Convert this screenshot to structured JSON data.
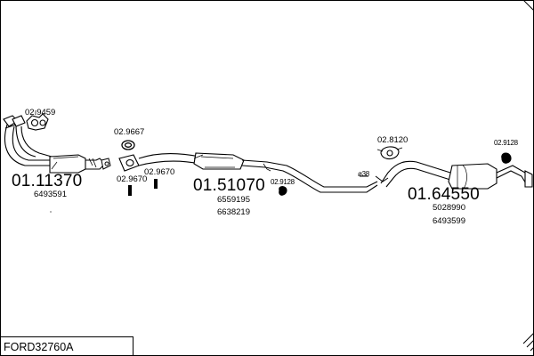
{
  "parts": [
    {
      "name": "front-pipe",
      "part_no": "01.11370",
      "oem": [
        "6493591"
      ],
      "gasket": "02.9459"
    },
    {
      "name": "middle-pipe",
      "part_no": "01.51070",
      "oem": [
        "6559195",
        "6638219"
      ],
      "hardware": [
        "02.9667",
        "02.9670",
        "02.9670",
        "02.9128"
      ]
    },
    {
      "name": "rear-silencer",
      "part_no": "01.64550",
      "oem": [
        "5028990",
        "6493599"
      ],
      "hardware": [
        "02.8120",
        "02.9128"
      ]
    }
  ],
  "labels": {
    "p1_part": "01.11370",
    "p1_oem1": "6493591",
    "p1_gasket": "02.9459",
    "p2_part": "01.51070",
    "p2_oem1": "6559195",
    "p2_oem2": "6638219",
    "hw_9667": "02.9667",
    "hw_9670a": "02.9670",
    "hw_9670b": "02.9670",
    "hw_9128a": "02.9128",
    "p3_part": "01.64550",
    "p3_oem1": "5028990",
    "p3_oem2": "6493599",
    "hw_8120": "02.8120",
    "hw_9128b": "02.9128",
    "diam": "ø38"
  },
  "footer": {
    "reference": "FORD32760A"
  }
}
